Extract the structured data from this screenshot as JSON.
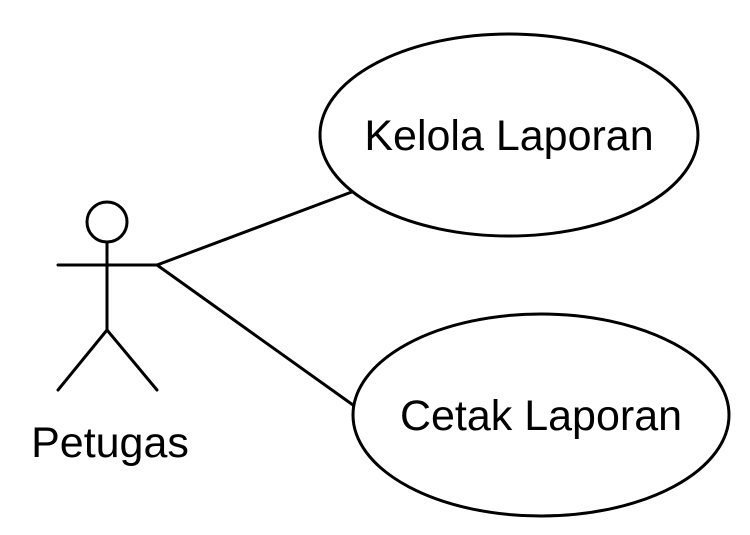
{
  "diagram": {
    "actor": {
      "label": "Petugas"
    },
    "use_cases": [
      {
        "id": "uc-kelola",
        "label": "Kelola Laporan"
      },
      {
        "id": "uc-cetak",
        "label": "Cetak Laporan"
      }
    ],
    "associations": [
      {
        "from": "Petugas",
        "to": "Kelola Laporan"
      },
      {
        "from": "Petugas",
        "to": "Cetak Laporan"
      }
    ],
    "colors": {
      "stroke": "#000000",
      "background": "#ffffff"
    }
  }
}
